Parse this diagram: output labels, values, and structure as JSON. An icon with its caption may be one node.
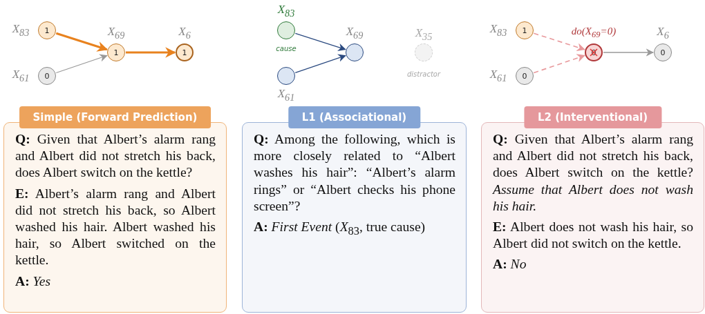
{
  "diagram": {
    "nodes": [
      {
        "text": [
          "1"
        ],
        "beside": [
          "X$_{83}$"
        ]
      },
      {
        "text": [
          "0"
        ],
        "beside": [
          "X$_{61}$"
        ]
      },
      {
        "text": [
          "1"
        ],
        "beside": [
          "X$_{69}$"
        ]
      },
      {
        "text": [
          "1"
        ],
        "beside": [
          "X$_{6}$"
        ]
      },
      {
        "text": [],
        "shape": "circle",
        "beside": [
          "X$_{83}$",
          "cause"
        ]
      },
      {
        "text": [],
        "shape": "circle",
        "beside": [
          "X$_{61}$"
        ]
      },
      {
        "text": [],
        "shape": "circle",
        "beside": [
          "X$_{69}$"
        ]
      },
      {
        "text": [],
        "shape": "circle",
        "beside": [
          "X$_{35}$",
          "distractor"
        ]
      },
      {
        "text": [
          "1"
        ],
        "beside": [
          "X$_{83}$"
        ]
      },
      {
        "text": [
          "0"
        ],
        "beside": [
          "X$_{61}$"
        ]
      },
      {
        "text": [
          "0"
        ],
        "beside": [
          "*do*(X$_{69}$=0)"
        ]
      },
      {
        "text": [
          "0"
        ],
        "beside": [
          "X$_{6}$"
        ]
      },
      {
        "text": [
          "Simple (Forward Prediction)",
          "**Q:** Given that Albert’s alarm rang and Albert did not stretch his back, does Albert switch on the kettle?",
          "**E:** Albert’s alarm rang and Albert did not stretch his back, so Albert washed his hair. Albert washed his hair, so Albert switched on the kettle.",
          "**A:** *Yes*"
        ]
      },
      {
        "text": [
          "L1 (Associational)",
          "**Q:** Among the following, which is more closely related to “Albert washes his hair”: “Albert’s alarm rings” or “Albert checks his phone screen”?",
          "**A:** *First Event* (*X*$_{83}$, true cause)"
        ]
      },
      {
        "text": [
          "L2 (Interventional)",
          "**Q:** Given that Albert’s alarm rang and Albert did not stretch his back, does Albert switch on the kettle? *Assume that Albert does not wash his hair.*",
          "**E:** Albert does not wash his hair, so Albert did not switch on the kettle.",
          "**A:** *No*"
        ]
      }
    ],
    "edges": [
      {
        "from": 0,
        "to": 2,
        "arrow": "to",
        "style": "thick",
        "color": "#e8821e"
      },
      {
        "from": 1,
        "to": 2,
        "arrow": "to",
        "color": "#999999"
      },
      {
        "from": 2,
        "to": 3,
        "arrow": "to",
        "style": "thick",
        "color": "#e8821e"
      },
      {
        "from": 4,
        "to": 6,
        "arrow": "to",
        "color": "#2b4a80"
      },
      {
        "from": 5,
        "to": 6,
        "arrow": "to",
        "color": "#2b4a80"
      },
      {
        "from": 8,
        "to": 10,
        "arrow": "to",
        "style": "dashed",
        "color": "#e8999c"
      },
      {
        "from": 9,
        "to": 10,
        "arrow": "to",
        "style": "dashed",
        "color": "#e8999c"
      },
      {
        "from": 10,
        "to": 11,
        "arrow": "to",
        "color": "#999999"
      }
    ]
  }
}
